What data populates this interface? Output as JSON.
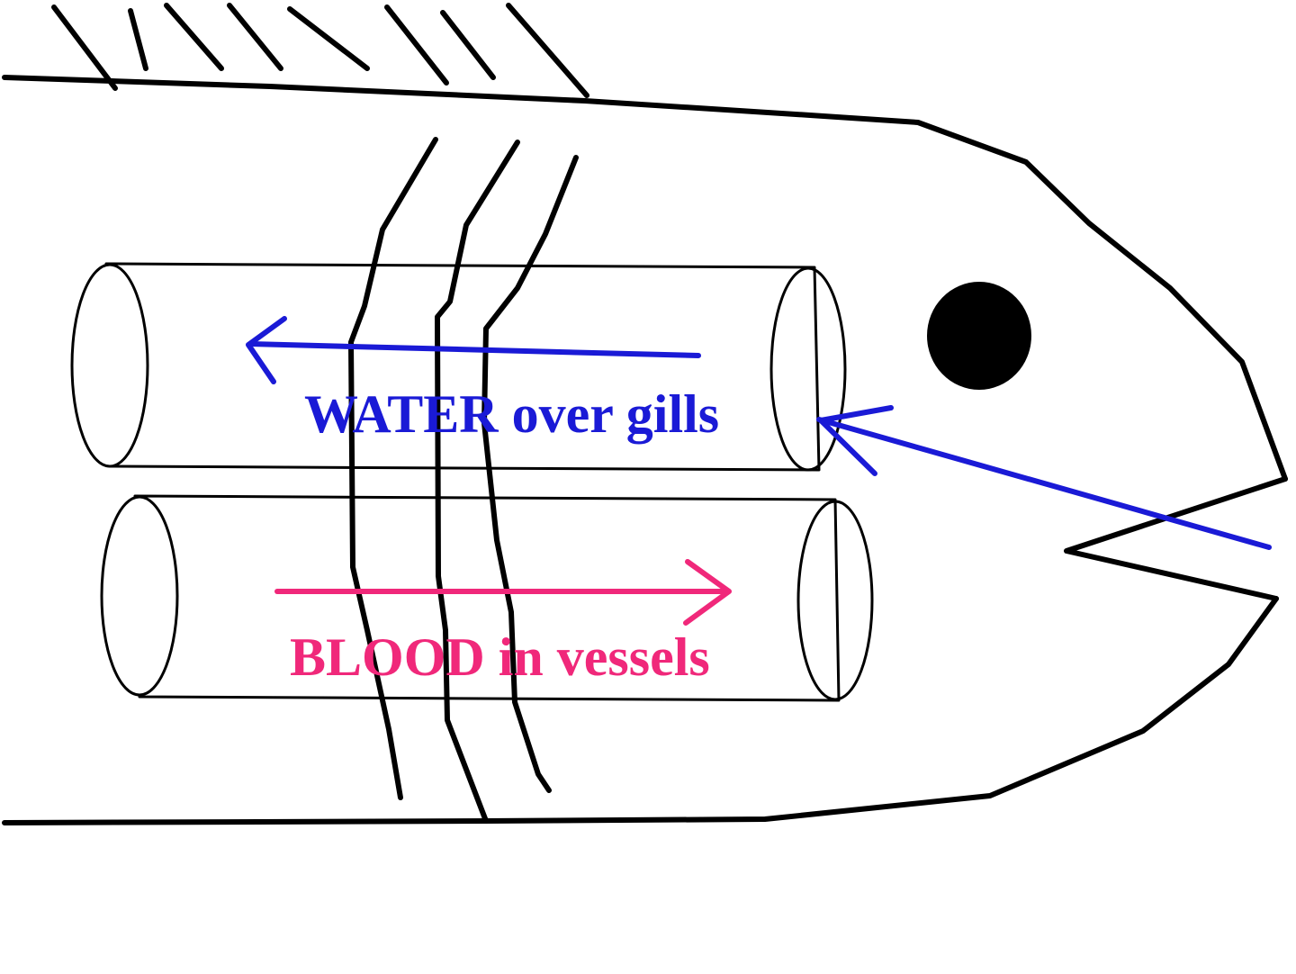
{
  "labels": {
    "water": "WATER over gills",
    "blood": "BLOOD in vessels"
  },
  "colors": {
    "water": "#1a1ad6",
    "blood": "#f0287a",
    "outline": "#000000",
    "eye": "#000000"
  },
  "icons": {
    "fish_head": "fish-outline",
    "eye": "eye-icon",
    "water_arrow": "arrow-left-icon",
    "blood_arrow": "arrow-right-icon",
    "inflow_arrow": "arrow-inflow-icon"
  }
}
